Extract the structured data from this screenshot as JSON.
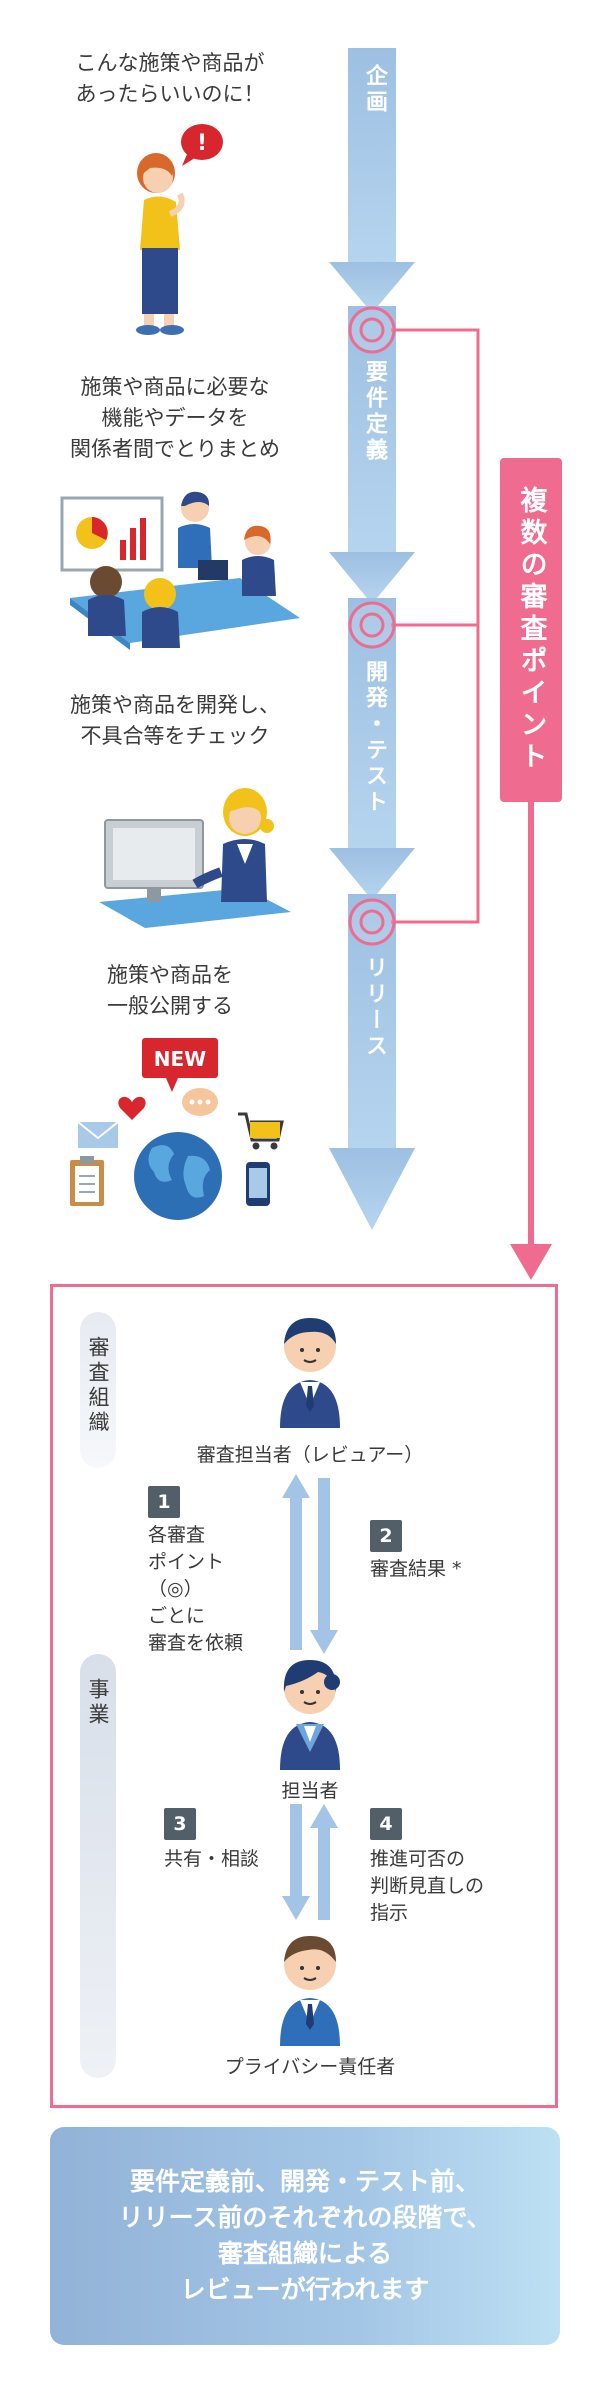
{
  "colors": {
    "accent_pink": "#ef6b8f",
    "arrow_blue": "#a3c4e6",
    "badge_gray": "#525e68"
  },
  "flow": {
    "stages": [
      {
        "label": "企画"
      },
      {
        "label": "要件定義"
      },
      {
        "label": "開発・テスト"
      },
      {
        "label": "リリース"
      }
    ],
    "review_points_label": "複数の審査ポイント"
  },
  "captions": {
    "plan": "こんな施策や商品が\nあったらいいのに！",
    "requirements": "施策や商品に必要な\n機能やデータを\n関係者間でとりまとめ",
    "development": "施策や商品を開発し、\n不具合等をチェック",
    "release": "施策や商品を\n一般公開する"
  },
  "illustrations": {
    "new_badge": "NEW",
    "alert_icon": "!"
  },
  "review": {
    "org_label": "審査組織",
    "business_label": "事業",
    "reviewer": "審査担当者（レビュアー）",
    "person_in_charge": "担当者",
    "privacy_manager": "プライバシー責任者",
    "steps": [
      {
        "num": "1",
        "text": "各審査\nポイント（◎）\nごとに\n審査を依頼"
      },
      {
        "num": "2",
        "text": "審査結果 *"
      },
      {
        "num": "3",
        "text": "共有・相談"
      },
      {
        "num": "4",
        "text": "推進可否の\n判断見直しの\n指示"
      }
    ]
  },
  "summary": "要件定義前、開発・テスト前、\nリリース前のそれぞれの段階で、\n審査組織による\nレビューが行われます"
}
